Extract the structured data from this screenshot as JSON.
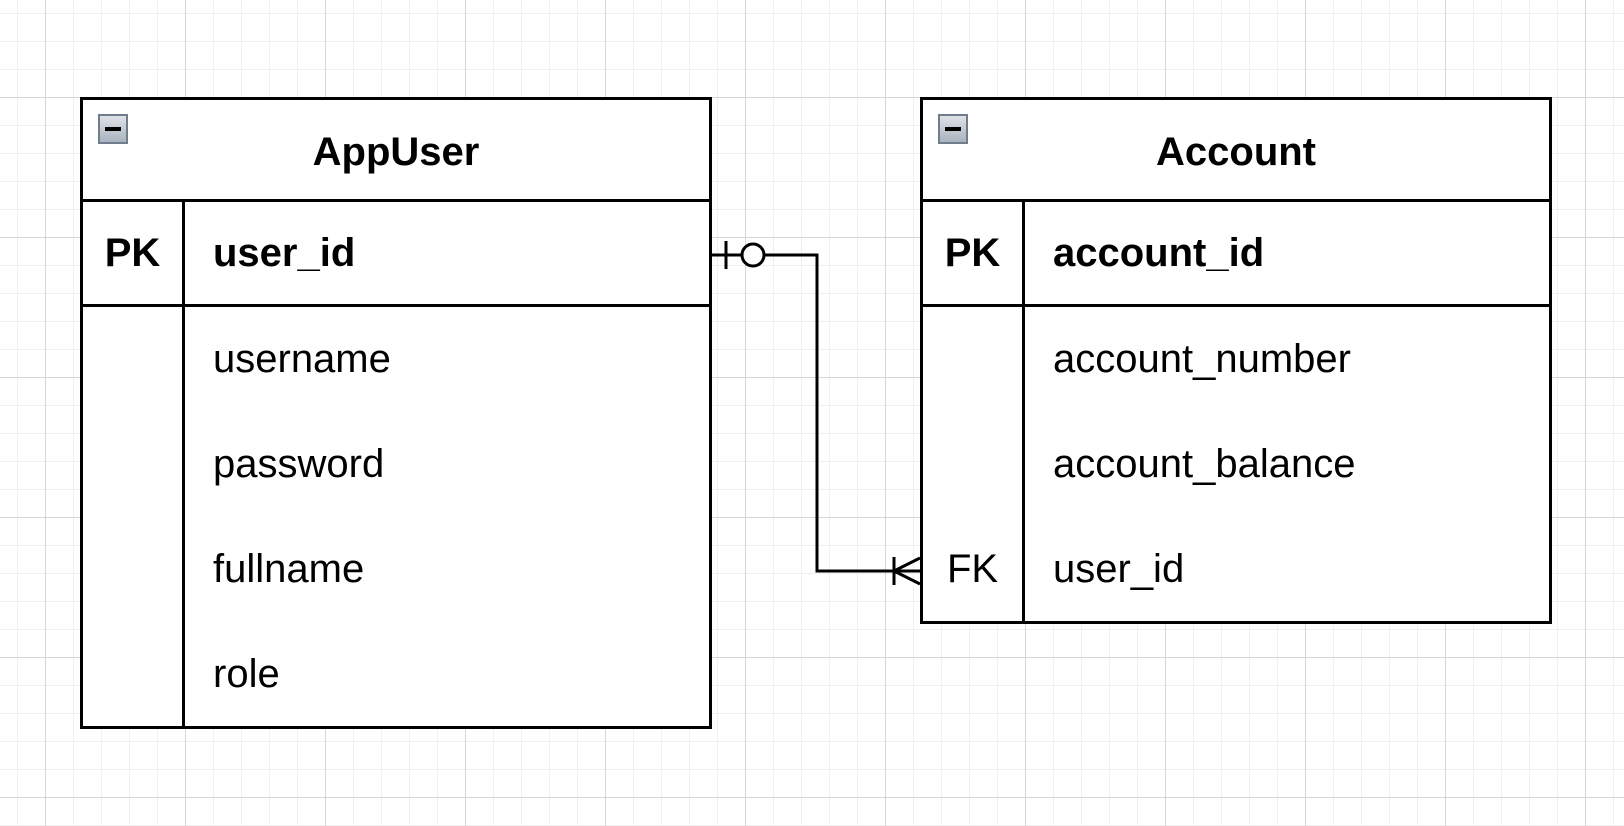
{
  "entities": [
    {
      "id": "appuser",
      "title": "AppUser",
      "primary_key": {
        "key": "PK",
        "name": "user_id"
      },
      "attributes": [
        {
          "key": "",
          "name": "username"
        },
        {
          "key": "",
          "name": "password"
        },
        {
          "key": "",
          "name": "fullname"
        },
        {
          "key": "",
          "name": "role"
        }
      ]
    },
    {
      "id": "account",
      "title": "Account",
      "primary_key": {
        "key": "PK",
        "name": "account_id"
      },
      "attributes": [
        {
          "key": "",
          "name": "account_number"
        },
        {
          "key": "",
          "name": "account_balance"
        },
        {
          "key": "FK",
          "name": "user_id"
        }
      ]
    }
  ],
  "relationship": {
    "from": "AppUser.user_id",
    "to": "Account.user_id",
    "from_cardinality": "zero-or-one",
    "to_cardinality": "one-or-many"
  }
}
